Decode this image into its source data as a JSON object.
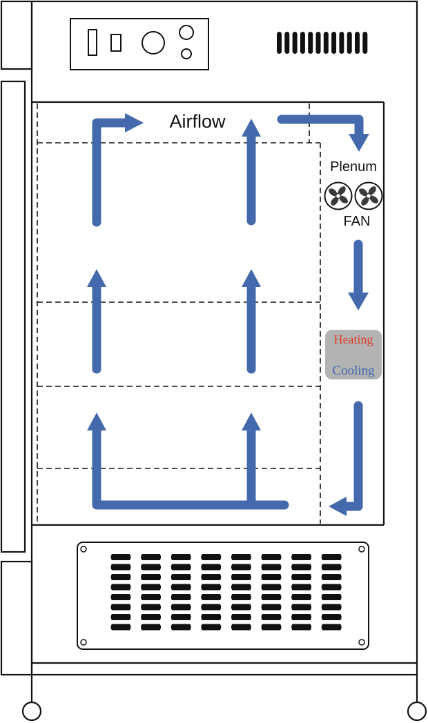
{
  "labels": {
    "airflow": "Airflow",
    "plenum": "Plenum",
    "fan": "FAN",
    "heating": "Heating",
    "cooling": "Cooling"
  },
  "colors": {
    "arrow": "#4469ad",
    "heating_text": "#e03a2a",
    "cooling_text": "#3e66b0",
    "hc_box": "#b3b3b3",
    "line": "#111111",
    "fan_blade": "#3a3a3a"
  },
  "icons": {
    "fan": "fan-icon",
    "vent": "vent-slots",
    "control_panel": "control-panel"
  }
}
